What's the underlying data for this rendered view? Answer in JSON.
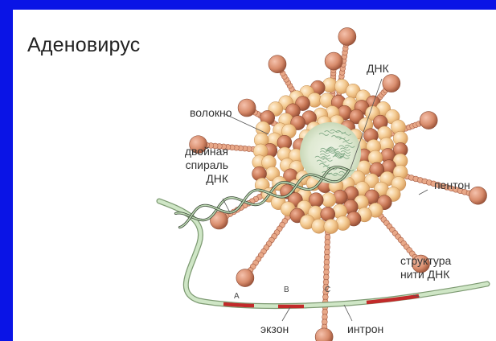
{
  "title": "Аденовирус",
  "labels": {
    "dna": "ДНК",
    "fiber": "волокно",
    "double_helix": [
      "двойная",
      "спираль",
      "ДНК"
    ],
    "penton": "пентон",
    "dna_structure": [
      "структура",
      "нити ДНК"
    ],
    "exon": "экзон",
    "intron": "интрон",
    "segment_a": "A",
    "segment_b": "B",
    "segment_c": "C"
  },
  "colors": {
    "background_frame": "#0a14e6",
    "capsomer_light": "#f3c98f",
    "capsomer_dark": "#c97856",
    "fiber_knob": "#d88c6c",
    "dna_strand": "#cfe6c6",
    "exon": "#c22a2a"
  }
}
